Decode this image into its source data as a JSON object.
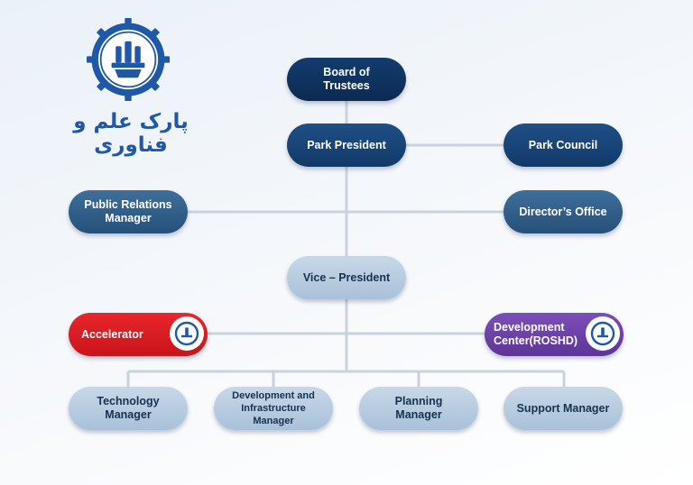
{
  "branding": {
    "logo_text": "پارک علم و فناوری",
    "brand_color": "#1f58a8"
  },
  "colors": {
    "connector": "#c9d3dd",
    "dark": "#0b2a52",
    "navy": "#123a68",
    "mid": "#25507a",
    "light": "#a9c1d8",
    "accent_red": "#d41a20",
    "accent_purple": "#6a3ea8"
  },
  "nodes": {
    "board_of_trustees": "Board of\nTrustees",
    "park_president": "Park President",
    "park_council": "Park Council",
    "public_relations": "Public Relations\nManager",
    "directors_office": "Director’s Office",
    "vice_president": "Vice – President",
    "accelerator": "Accelerator",
    "development_center": "Development\nCenter(ROSHD)",
    "technology_manager": "Technology\nManager",
    "development_infrastructure": "Development and\nInfrastructure\nManager",
    "planning_manager": "Planning\nManager",
    "support_manager": "Support Manager"
  },
  "icons": {
    "logo": "university-gear-emblem-icon",
    "badge": "university-seal-icon"
  }
}
